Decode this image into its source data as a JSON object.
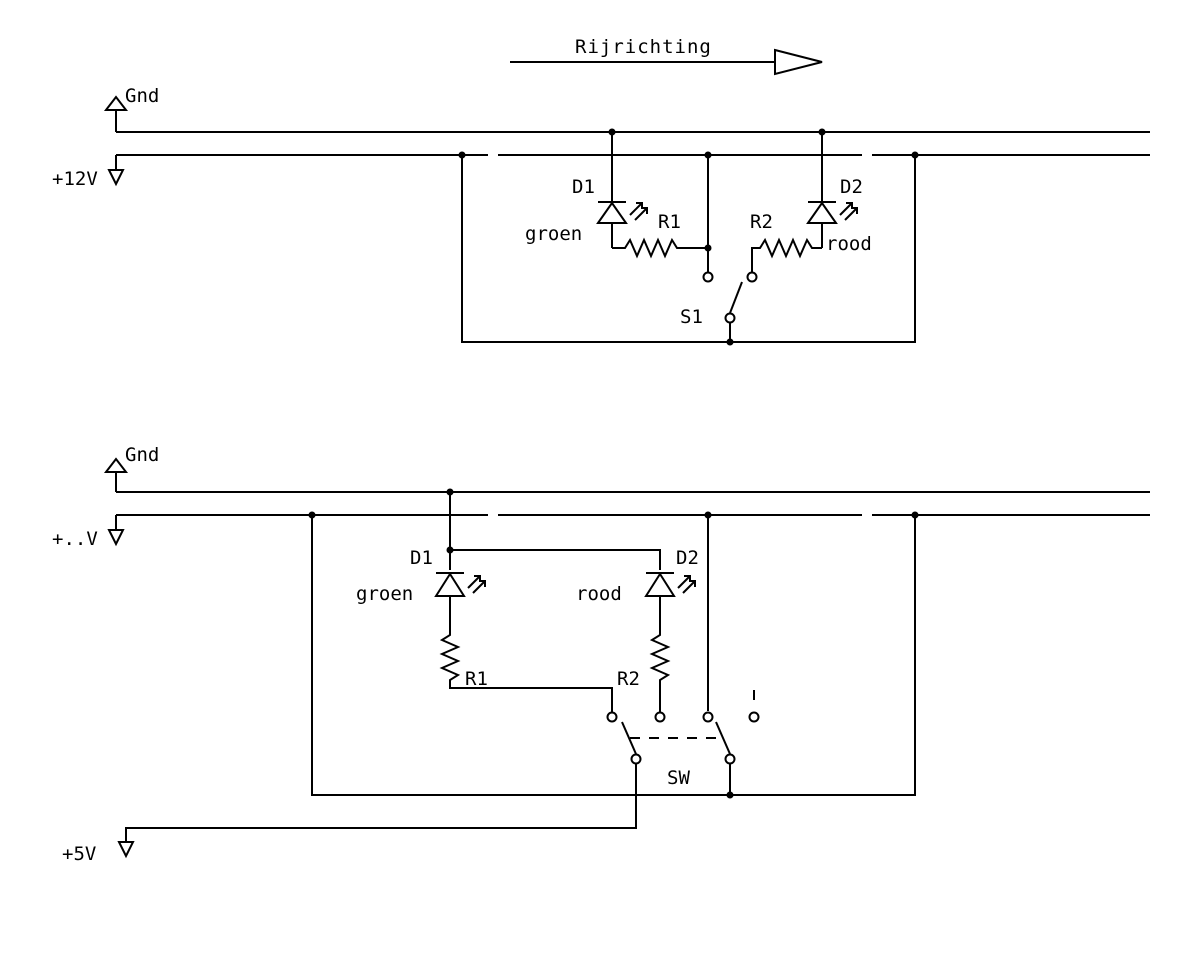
{
  "direction": {
    "label": "Rijrichting"
  },
  "circuit_top": {
    "gnd_label": "Gnd",
    "supply_label": "+12V",
    "d1_label": "D1",
    "d1_color": "groen",
    "r1_label": "R1",
    "d2_label": "D2",
    "d2_color": "rood",
    "r2_label": "R2",
    "switch_label": "S1"
  },
  "circuit_bottom": {
    "gnd_label": "Gnd",
    "supply_label": "+..V",
    "d1_label": "D1",
    "d1_color": "groen",
    "r1_label": "R1",
    "d2_label": "D2",
    "d2_color": "rood",
    "r2_label": "R2",
    "switch_label": "SW",
    "logic_supply_label": "+5V"
  }
}
